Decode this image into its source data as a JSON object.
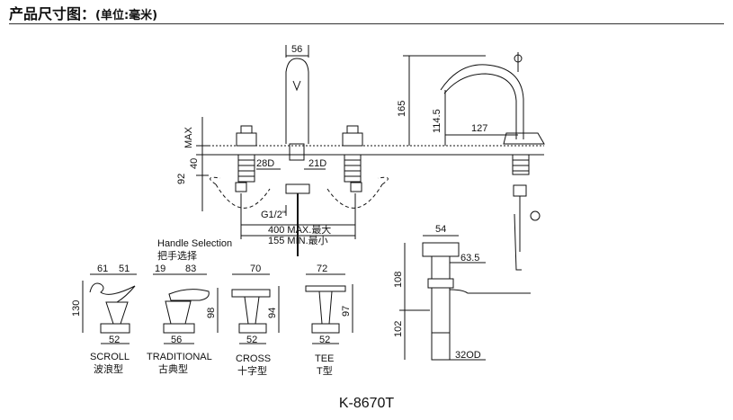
{
  "header": {
    "title": "产品尺寸图",
    "colon": "：",
    "unit": "(单位:毫米)"
  },
  "dimensions": {
    "spout_width": "56",
    "max_label": "MAX",
    "deck_40": "40",
    "deck_92": "92",
    "d28": "28D",
    "d21": "21D",
    "g12": "G1/2\"",
    "spread_max": "400 MAX.",
    "spread_max_cn": "最大",
    "spread_min": "155 MIN.",
    "spread_min_cn": "最小",
    "h165": "165",
    "h1145": "114.5",
    "reach127": "127",
    "drain54": "54",
    "drain635": "63.5",
    "drain108": "108",
    "drain102": "102",
    "drain32": "32OD"
  },
  "handle_selection": {
    "label_en": "Handle Selection",
    "label_cn": "把手选择"
  },
  "handles": [
    {
      "id": "scroll",
      "name_en": "SCROLL",
      "name_cn": "波浪型",
      "top_left": "61",
      "top_right": "51",
      "height": "130",
      "base": "52"
    },
    {
      "id": "traditional",
      "name_en": "TRADITIONAL",
      "name_cn": "古典型",
      "top_left": "19",
      "top_right": "83",
      "height": "98",
      "base": "56"
    },
    {
      "id": "cross",
      "name_en": "CROSS",
      "name_cn": "十字型",
      "top": "70",
      "height": "94",
      "base": "52"
    },
    {
      "id": "tee",
      "name_en": "TEE",
      "name_cn": "T型",
      "top": "72",
      "height": "97",
      "base": "52"
    }
  ],
  "model": "K-8670T"
}
